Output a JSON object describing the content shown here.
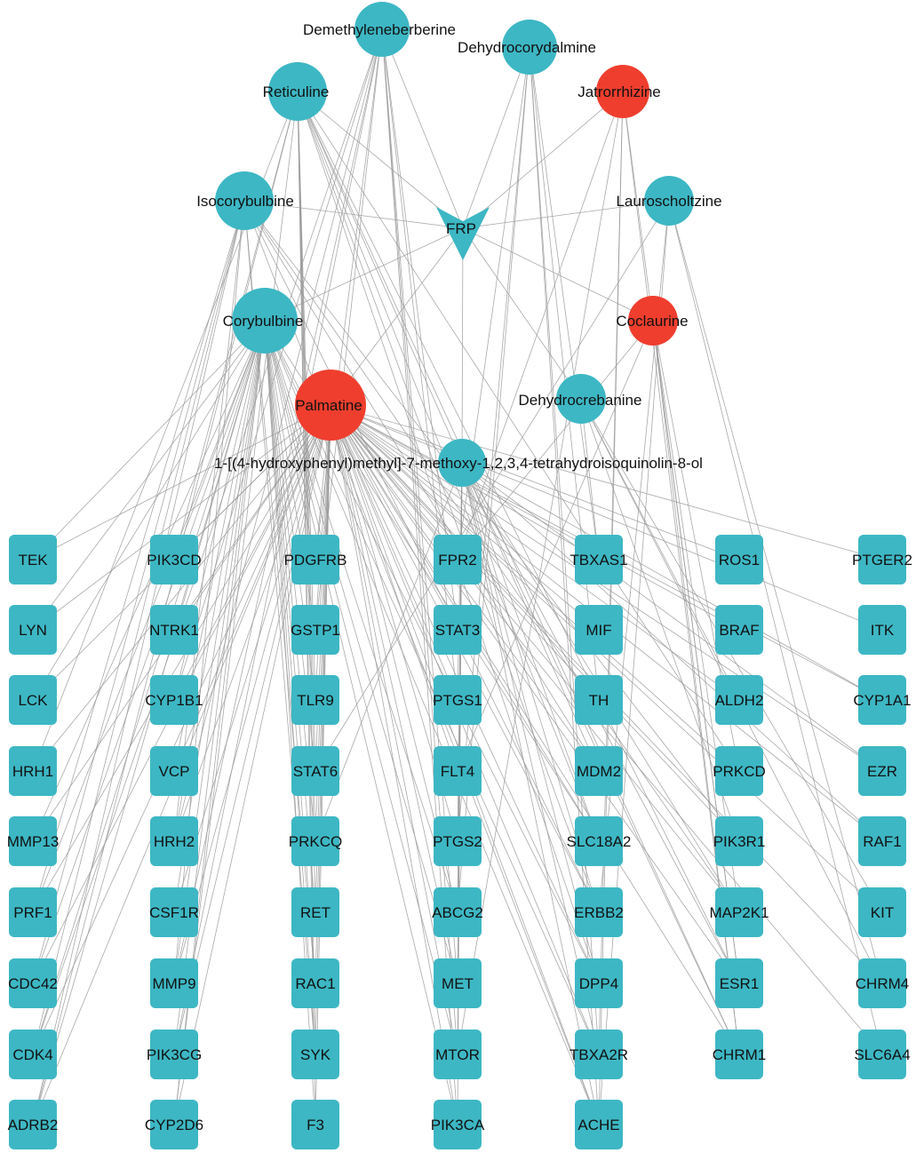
{
  "colors": {
    "compound": "#3db7c4",
    "compound_highlight": "#ef3e2e",
    "target": "#3db7c4",
    "herb": "#3db7c4",
    "edge": "#9a9a9a",
    "label": "#111111"
  },
  "herb": {
    "id": "FRP",
    "label": "FRP",
    "shape": "v-arrow"
  },
  "compounds": [
    {
      "id": "demethyleneberberine",
      "label": "Demethyleneberberine",
      "highlight": false
    },
    {
      "id": "dehydrocorydalmine",
      "label": "Dehydrocorydalmine",
      "highlight": false
    },
    {
      "id": "reticuline",
      "label": "Reticuline",
      "highlight": false
    },
    {
      "id": "jatrorrhizine",
      "label": "Jatrorrhizine",
      "highlight": true
    },
    {
      "id": "isocorybulbine",
      "label": "Isocorybulbine",
      "highlight": false
    },
    {
      "id": "lauroscholtzine",
      "label": "Lauroscholtzine",
      "highlight": false
    },
    {
      "id": "corybulbine",
      "label": "Corybulbine",
      "highlight": false
    },
    {
      "id": "coclaurine",
      "label": "Coclaurine",
      "highlight": true
    },
    {
      "id": "palmatine",
      "label": "Palmatine",
      "highlight": true
    },
    {
      "id": "dehydrocrebanine",
      "label": "Dehydrocrebanine",
      "highlight": false
    },
    {
      "id": "hmtiq",
      "label": "1-[(4-hydroxyphenyl)methyl]-7-methoxy-1,2,3,4-tetrahydroisoquinolin-8-ol",
      "highlight": false
    }
  ],
  "target_columns": [
    [
      "TEK",
      "LYN",
      "LCK",
      "HRH1",
      "MMP13",
      "PRF1",
      "CDC42",
      "CDK4",
      "ADRB2"
    ],
    [
      "PIK3CD",
      "NTRK1",
      "CYP1B1",
      "VCP",
      "HRH2",
      "CSF1R",
      "MMP9",
      "PIK3CG",
      "CYP2D6"
    ],
    [
      "PDGFRB",
      "GSTP1",
      "TLR9",
      "STAT6",
      "PRKCQ",
      "RET",
      "RAC1",
      "SYK",
      "F3"
    ],
    [
      "FPR2",
      "STAT3",
      "PTGS1",
      "FLT4",
      "PTGS2",
      "ABCG2",
      "MET",
      "MTOR",
      "PIK3CA"
    ],
    [
      "TBXAS1",
      "MIF",
      "TH",
      "MDM2",
      "SLC18A2",
      "ERBB2",
      "DPP4",
      "TBXA2R",
      "ACHE"
    ],
    [
      "ROS1",
      "BRAF",
      "ALDH2",
      "PRKCD",
      "PIK3R1",
      "MAP2K1",
      "ESR1",
      "CHRM1"
    ],
    [
      "PTGER2",
      "ITK",
      "CYP1A1",
      "EZR",
      "RAF1",
      "KIT",
      "CHRM4",
      "SLC6A4"
    ]
  ],
  "edges": [
    [
      "demethyleneberberine",
      "FRP"
    ],
    [
      "dehydrocorydalmine",
      "FRP"
    ],
    [
      "reticuline",
      "FRP"
    ],
    [
      "jatrorrhizine",
      "FRP"
    ],
    [
      "isocorybulbine",
      "FRP"
    ],
    [
      "lauroscholtzine",
      "FRP"
    ],
    [
      "corybulbine",
      "FRP"
    ],
    [
      "coclaurine",
      "FRP"
    ],
    [
      "palmatine",
      "FRP"
    ],
    [
      "dehydrocrebanine",
      "FRP"
    ],
    [
      "hmtiq",
      "FRP"
    ],
    [
      "demethyleneberberine",
      "PDGFRB"
    ],
    [
      "demethyleneberberine",
      "GSTP1"
    ],
    [
      "demethyleneberberine",
      "STAT3"
    ],
    [
      "demethyleneberberine",
      "PTGS1"
    ],
    [
      "demethyleneberberine",
      "MTOR"
    ],
    [
      "demethyleneberberine",
      "PIK3CA"
    ],
    [
      "demethyleneberberine",
      "CYP1B1"
    ],
    [
      "demethyleneberberine",
      "PIK3CG"
    ],
    [
      "demethyleneberberine",
      "HRH2"
    ],
    [
      "demethyleneberberine",
      "MMP9"
    ],
    [
      "demethyleneberberine",
      "MET"
    ],
    [
      "demethyleneberberine",
      "CDK4"
    ],
    [
      "dehydrocorydalmine",
      "FPR2"
    ],
    [
      "dehydrocorydalmine",
      "TBXAS1"
    ],
    [
      "dehydrocorydalmine",
      "TH"
    ],
    [
      "dehydrocorydalmine",
      "ACHE"
    ],
    [
      "dehydrocorydalmine",
      "TBXA2R"
    ],
    [
      "dehydrocorydalmine",
      "PTGS2"
    ],
    [
      "dehydrocorydalmine",
      "ABCG2"
    ],
    [
      "reticuline",
      "PIK3CD"
    ],
    [
      "reticuline",
      "CYP2D6"
    ],
    [
      "reticuline",
      "TLR9"
    ],
    [
      "reticuline",
      "STAT6"
    ],
    [
      "reticuline",
      "SYK"
    ],
    [
      "reticuline",
      "F3"
    ],
    [
      "reticuline",
      "PRKCQ"
    ],
    [
      "reticuline",
      "RET"
    ],
    [
      "reticuline",
      "MDM2"
    ],
    [
      "reticuline",
      "SLC18A2"
    ],
    [
      "reticuline",
      "ERBB2"
    ],
    [
      "reticuline",
      "DPP4"
    ],
    [
      "reticuline",
      "PRKCD"
    ],
    [
      "reticuline",
      "ESR1"
    ],
    [
      "reticuline",
      "CHRM1"
    ],
    [
      "reticuline",
      "HRH1"
    ],
    [
      "reticuline",
      "ADRB2"
    ],
    [
      "jatrorrhizine",
      "FPR2"
    ],
    [
      "jatrorrhizine",
      "MTOR"
    ],
    [
      "jatrorrhizine",
      "ACHE"
    ],
    [
      "jatrorrhizine",
      "ESR1"
    ],
    [
      "jatrorrhizine",
      "TBXA2R"
    ],
    [
      "jatrorrhizine",
      "CHRM1"
    ],
    [
      "isocorybulbine",
      "PRF1"
    ],
    [
      "isocorybulbine",
      "CDC42"
    ],
    [
      "isocorybulbine",
      "CDK4"
    ],
    [
      "isocorybulbine",
      "ADRB2"
    ],
    [
      "isocorybulbine",
      "RAC1"
    ],
    [
      "isocorybulbine",
      "SYK"
    ],
    [
      "isocorybulbine",
      "MDM2"
    ],
    [
      "isocorybulbine",
      "ERBB2"
    ],
    [
      "isocorybulbine",
      "PIK3R1"
    ],
    [
      "isocorybulbine",
      "MAP2K1"
    ],
    [
      "isocorybulbine",
      "MMP9"
    ],
    [
      "isocorybulbine",
      "HRH2"
    ],
    [
      "isocorybulbine",
      "ACHE"
    ],
    [
      "lauroscholtzine",
      "SLC6A4"
    ],
    [
      "lauroscholtzine",
      "CHRM4"
    ],
    [
      "lauroscholtzine",
      "ERBB2"
    ],
    [
      "lauroscholtzine",
      "STAT6"
    ],
    [
      "lauroscholtzine",
      "ACHE"
    ],
    [
      "corybulbine",
      "TEK"
    ],
    [
      "corybulbine",
      "LYN"
    ],
    [
      "corybulbine",
      "LCK"
    ],
    [
      "corybulbine",
      "MMP13"
    ],
    [
      "corybulbine",
      "PRF1"
    ],
    [
      "corybulbine",
      "CDC42"
    ],
    [
      "corybulbine",
      "CDK4"
    ],
    [
      "corybulbine",
      "ADRB2"
    ],
    [
      "corybulbine",
      "PIK3CD"
    ],
    [
      "corybulbine",
      "NTRK1"
    ],
    [
      "corybulbine",
      "CYP1B1"
    ],
    [
      "corybulbine",
      "VCP"
    ],
    [
      "corybulbine",
      "HRH2"
    ],
    [
      "corybulbine",
      "CSF1R"
    ],
    [
      "corybulbine",
      "MMP9"
    ],
    [
      "corybulbine",
      "PIK3CG"
    ],
    [
      "corybulbine",
      "CYP2D6"
    ],
    [
      "corybulbine",
      "PDGFRB"
    ],
    [
      "corybulbine",
      "GSTP1"
    ],
    [
      "corybulbine",
      "TLR9"
    ],
    [
      "corybulbine",
      "STAT6"
    ],
    [
      "corybulbine",
      "PRKCQ"
    ],
    [
      "corybulbine",
      "RET"
    ],
    [
      "corybulbine",
      "RAC1"
    ],
    [
      "corybulbine",
      "SYK"
    ],
    [
      "corybulbine",
      "F3"
    ],
    [
      "corybulbine",
      "MTOR"
    ],
    [
      "corybulbine",
      "PIK3CA"
    ],
    [
      "corybulbine",
      "ABCG2"
    ],
    [
      "corybulbine",
      "MET"
    ],
    [
      "corybulbine",
      "SLC18A2"
    ],
    [
      "corybulbine",
      "TBXA2R"
    ],
    [
      "corybulbine",
      "ACHE"
    ],
    [
      "corybulbine",
      "DPP4"
    ],
    [
      "coclaurine",
      "FPR2"
    ],
    [
      "coclaurine",
      "MAP2K1"
    ],
    [
      "coclaurine",
      "CHRM1"
    ],
    [
      "coclaurine",
      "ESR1"
    ],
    [
      "coclaurine",
      "PRKCD"
    ],
    [
      "coclaurine",
      "FLT4"
    ],
    [
      "palmatine",
      "TEK"
    ],
    [
      "palmatine",
      "LYN"
    ],
    [
      "palmatine",
      "LCK"
    ],
    [
      "palmatine",
      "HRH1"
    ],
    [
      "palmatine",
      "MMP13"
    ],
    [
      "palmatine",
      "PRF1"
    ],
    [
      "palmatine",
      "CDC42"
    ],
    [
      "palmatine",
      "CDK4"
    ],
    [
      "palmatine",
      "ADRB2"
    ],
    [
      "palmatine",
      "PIK3CD"
    ],
    [
      "palmatine",
      "NTRK1"
    ],
    [
      "palmatine",
      "CYP1B1"
    ],
    [
      "palmatine",
      "VCP"
    ],
    [
      "palmatine",
      "HRH2"
    ],
    [
      "palmatine",
      "CSF1R"
    ],
    [
      "palmatine",
      "MMP9"
    ],
    [
      "palmatine",
      "PIK3CG"
    ],
    [
      "palmatine",
      "CYP2D6"
    ],
    [
      "palmatine",
      "PDGFRB"
    ],
    [
      "palmatine",
      "GSTP1"
    ],
    [
      "palmatine",
      "TLR9"
    ],
    [
      "palmatine",
      "STAT6"
    ],
    [
      "palmatine",
      "PRKCQ"
    ],
    [
      "palmatine",
      "RET"
    ],
    [
      "palmatine",
      "RAC1"
    ],
    [
      "palmatine",
      "SYK"
    ],
    [
      "palmatine",
      "F3"
    ],
    [
      "palmatine",
      "FPR2"
    ],
    [
      "palmatine",
      "STAT3"
    ],
    [
      "palmatine",
      "PTGS1"
    ],
    [
      "palmatine",
      "FLT4"
    ],
    [
      "palmatine",
      "PTGS2"
    ],
    [
      "palmatine",
      "ABCG2"
    ],
    [
      "palmatine",
      "MET"
    ],
    [
      "palmatine",
      "MTOR"
    ],
    [
      "palmatine",
      "PIK3CA"
    ],
    [
      "palmatine",
      "TBXAS1"
    ],
    [
      "palmatine",
      "MIF"
    ],
    [
      "palmatine",
      "TH"
    ],
    [
      "palmatine",
      "MDM2"
    ],
    [
      "palmatine",
      "SLC18A2"
    ],
    [
      "palmatine",
      "ERBB2"
    ],
    [
      "palmatine",
      "DPP4"
    ],
    [
      "palmatine",
      "TBXA2R"
    ],
    [
      "palmatine",
      "ACHE"
    ],
    [
      "palmatine",
      "ROS1"
    ],
    [
      "palmatine",
      "BRAF"
    ],
    [
      "palmatine",
      "ALDH2"
    ],
    [
      "palmatine",
      "PRKCD"
    ],
    [
      "palmatine",
      "PIK3R1"
    ],
    [
      "palmatine",
      "MAP2K1"
    ],
    [
      "palmatine",
      "ESR1"
    ],
    [
      "palmatine",
      "CHRM1"
    ],
    [
      "palmatine",
      "PTGER2"
    ],
    [
      "palmatine",
      "ITK"
    ],
    [
      "palmatine",
      "CYP1A1"
    ],
    [
      "palmatine",
      "EZR"
    ],
    [
      "palmatine",
      "RAF1"
    ],
    [
      "palmatine",
      "KIT"
    ],
    [
      "palmatine",
      "CHRM4"
    ],
    [
      "palmatine",
      "SLC6A4"
    ],
    [
      "dehydrocrebanine",
      "TBXAS1"
    ],
    [
      "dehydrocrebanine",
      "PIK3R1"
    ],
    [
      "dehydrocrebanine",
      "ALDH2"
    ],
    [
      "dehydrocrebanine",
      "KIT"
    ],
    [
      "dehydrocrebanine",
      "CHRM4"
    ],
    [
      "hmtiq",
      "PTGS1"
    ],
    [
      "hmtiq",
      "PTGS2"
    ],
    [
      "hmtiq",
      "ABCG2"
    ],
    [
      "hmtiq",
      "MET"
    ],
    [
      "hmtiq",
      "MTOR"
    ],
    [
      "hmtiq",
      "PIK3CA"
    ],
    [
      "hmtiq",
      "TBXA2R"
    ],
    [
      "hmtiq",
      "ACHE"
    ],
    [
      "hmtiq",
      "DPP4"
    ],
    [
      "hmtiq",
      "ERBB2"
    ],
    [
      "hmtiq",
      "SLC18A2"
    ],
    [
      "hmtiq",
      "PRKCQ"
    ],
    [
      "hmtiq",
      "RAF1"
    ],
    [
      "hmtiq",
      "CYP1A1"
    ],
    [
      "hmtiq",
      "EZR"
    ],
    [
      "hmtiq",
      "ESR1"
    ],
    [
      "hmtiq",
      "CHRM1"
    ],
    [
      "hmtiq",
      "MAP2K1"
    ]
  ]
}
